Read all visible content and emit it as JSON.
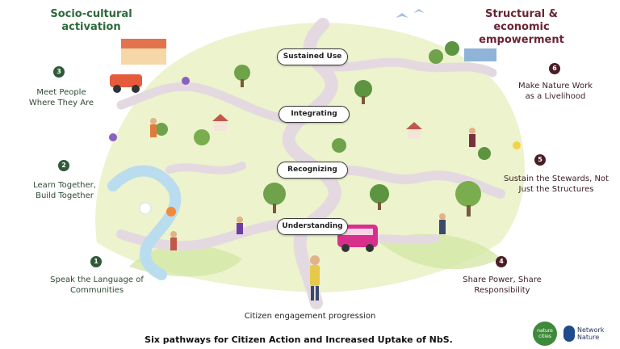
{
  "headings": {
    "left": "Socio-cultural activation",
    "right": "Structural & economic empowerment"
  },
  "pathways": [
    {
      "number": "1",
      "label": "Speak the Language of Communities"
    },
    {
      "number": "2",
      "label": "Learn Together, Build Together"
    },
    {
      "number": "3",
      "label": "Meet People Where They Are"
    },
    {
      "number": "4",
      "label": "Share Power, Share Responsibility"
    },
    {
      "number": "5",
      "label": "Sustain the Stewards, Not Just the Structures"
    },
    {
      "number": "6",
      "label": "Make Nature Work as a Livelihood"
    }
  ],
  "stages": [
    "Sustained Use",
    "Integrating",
    "Recognizing",
    "Understanding"
  ],
  "caption": "Citizen engagement progression",
  "title": "Six pathways for Citizen Action and Increased Uptake of NbS.",
  "logos": {
    "nature_cities": "nature cities",
    "network_nature": "Network Nature"
  },
  "colors": {
    "left_heading": "#2e6a3b",
    "right_heading": "#6b2433",
    "green_badge": "#2f5a3a",
    "maroon_badge": "#4a1e27",
    "path": "#e7dde4",
    "ground": "#eaf2c8"
  }
}
